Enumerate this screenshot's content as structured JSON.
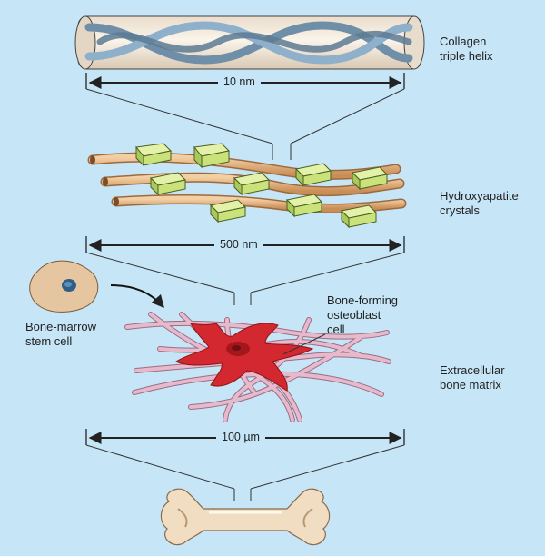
{
  "labels": {
    "collagen": "Collagen\ntriple helix",
    "hydroxyapatite": "Hydroxyapatite\ncrystals",
    "stem_cell": "Bone-marrow\nstem cell",
    "osteoblast": "Bone-forming\nosteoblast\ncell",
    "matrix": "Extracellular\nbone matrix"
  },
  "scales": {
    "helix": "10 nm",
    "crystals": "500 nm",
    "matrix": "100 µm"
  },
  "colors": {
    "background": "#c6e6f7",
    "helix_strand": "#6f8ea8",
    "tube": "#efe3d3",
    "fiber": "#d9a36e",
    "crystal": "#c9e27a",
    "matrix_fiber": "#e7b9cc",
    "osteoblast": "#d3282f",
    "stem_cell": "#e6c6a1",
    "bone": "#f1ddc1"
  }
}
